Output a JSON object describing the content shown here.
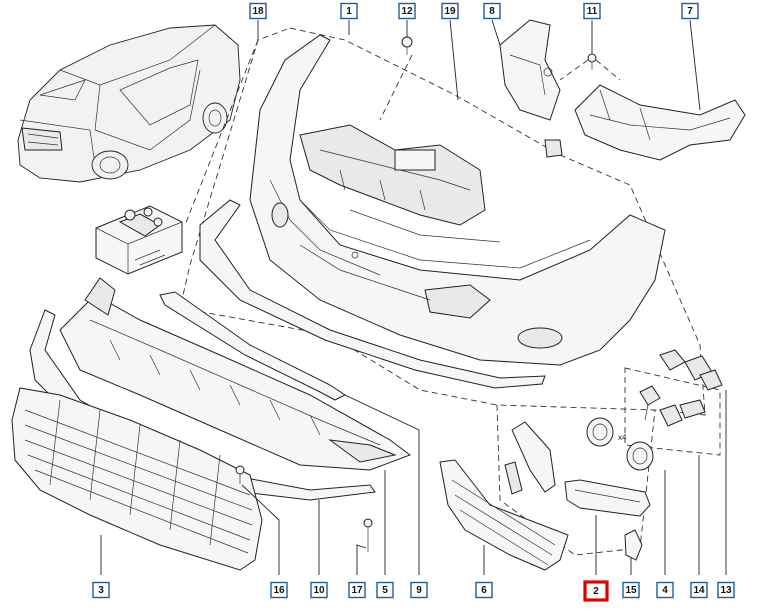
{
  "diagram": {
    "type": "exploded-parts-diagram",
    "highlight_color": "#e00000",
    "callout_color": "#1b5e9e",
    "highlighted_callout": "2",
    "quantity_note": "x4",
    "callouts": [
      {
        "id": "c1",
        "label": "1"
      },
      {
        "id": "c12",
        "label": "12"
      },
      {
        "id": "c19",
        "label": "19"
      },
      {
        "id": "c8",
        "label": "8"
      },
      {
        "id": "c11",
        "label": "11"
      },
      {
        "id": "c7",
        "label": "7"
      },
      {
        "id": "c18",
        "label": "18"
      },
      {
        "id": "c3",
        "label": "3"
      },
      {
        "id": "c16",
        "label": "16"
      },
      {
        "id": "c10",
        "label": "10"
      },
      {
        "id": "c17",
        "label": "17"
      },
      {
        "id": "c5",
        "label": "5"
      },
      {
        "id": "c9",
        "label": "9"
      },
      {
        "id": "c6",
        "label": "6"
      },
      {
        "id": "c2",
        "label": "2"
      },
      {
        "id": "c15",
        "label": "15"
      },
      {
        "id": "c4",
        "label": "4"
      },
      {
        "id": "c14",
        "label": "14"
      },
      {
        "id": "c13",
        "label": "13"
      }
    ]
  }
}
